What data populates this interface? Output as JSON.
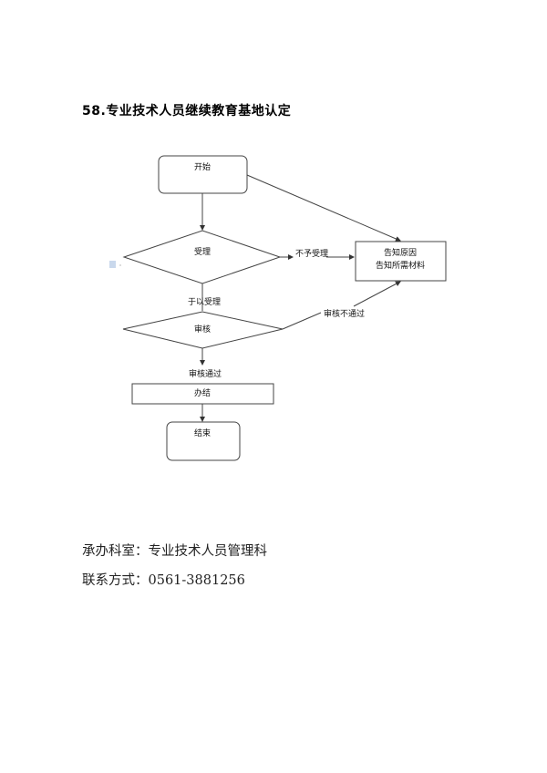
{
  "title": "58.专业技术人员继续教育基地认定",
  "flowchart": {
    "start": "开始",
    "accept": "受理",
    "reject_label": "不予受理",
    "notify_line1": "告知原因",
    "notify_line2": "告知所需材料",
    "accepted_label": "于以受理",
    "review": "审核",
    "review_fail_label": "审核不通过",
    "review_pass_label": "审核通过",
    "complete": "办结",
    "end": "结束"
  },
  "info": {
    "department": "承办科室：专业技术人员管理科",
    "contact": "联系方式：0561-3881256"
  }
}
